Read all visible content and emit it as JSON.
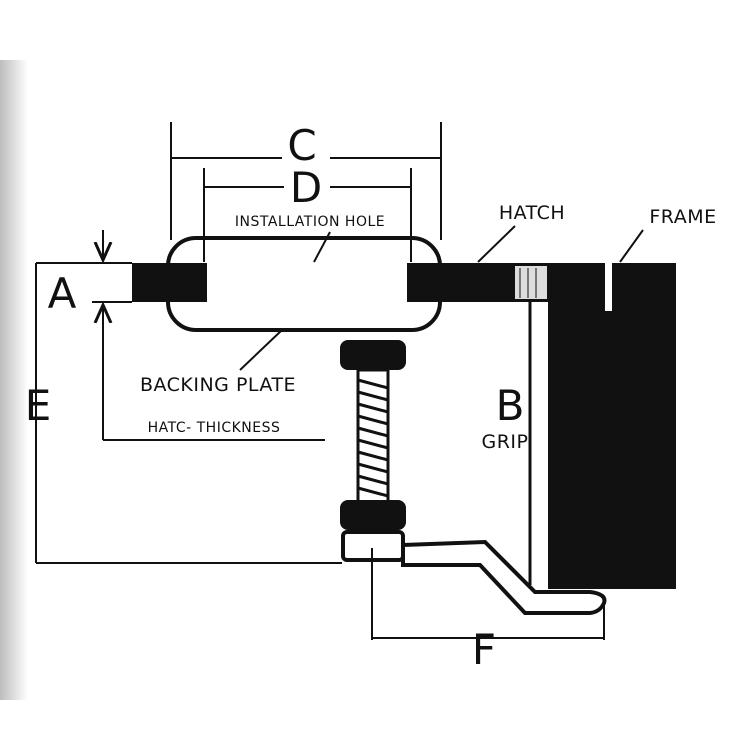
{
  "labels": {
    "dim_a": "A",
    "dim_b": "B",
    "dim_c": "C",
    "dim_d": "D",
    "dim_e": "E",
    "dim_f": "F",
    "hatch": "HATCH",
    "frame": "FRAME",
    "installation_hole": "INSTALLATION HOLE",
    "backing_plate": "BACKING PLATE",
    "hatch_thickness": "HATC- THICKNESS",
    "grip": "GRIP"
  },
  "colors": {
    "ink": "#111111",
    "paper": "#ffffff",
    "left_shadow": "#cfcfcf"
  }
}
